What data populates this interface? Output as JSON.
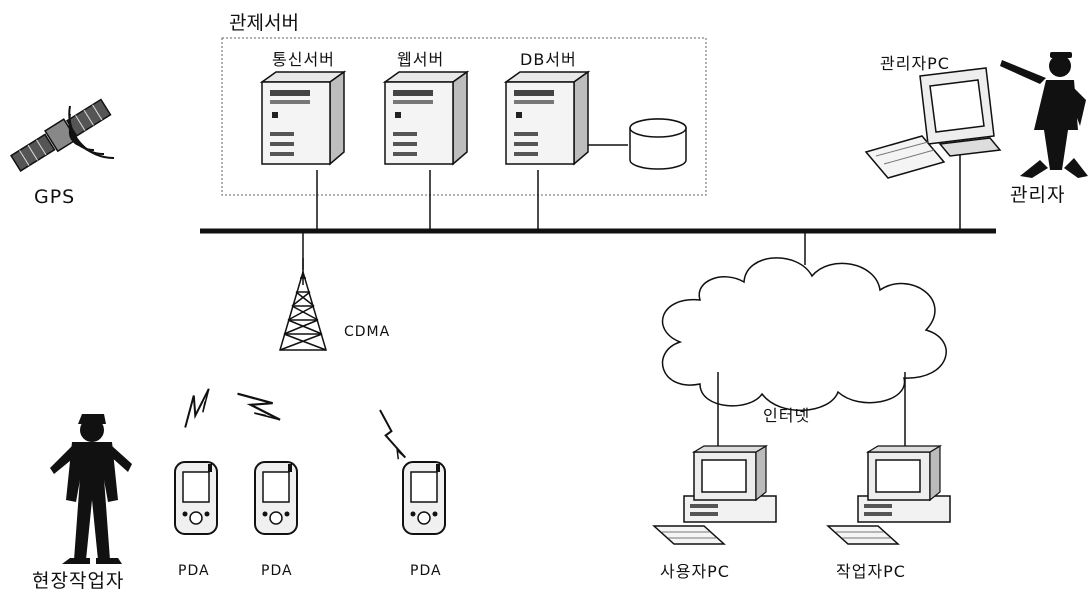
{
  "labels": {
    "control_server_group": "관제서버",
    "comm_server": "통신서버",
    "web_server": "웹서버",
    "db_server": "DB서버",
    "gps": "GPS",
    "admin_pc": "관리자PC",
    "admin": "관리자",
    "cdma": "CDMA",
    "internet": "인터넷",
    "field_worker": "현장작업자",
    "pda_1": "PDA",
    "pda_2": "PDA",
    "pda_3": "PDA",
    "user_pc": "사용자PC",
    "worker_pc": "작업자PC"
  },
  "colors": {
    "line": "#111111",
    "fill": "#ffffff",
    "shade": "#d9d9d9"
  }
}
